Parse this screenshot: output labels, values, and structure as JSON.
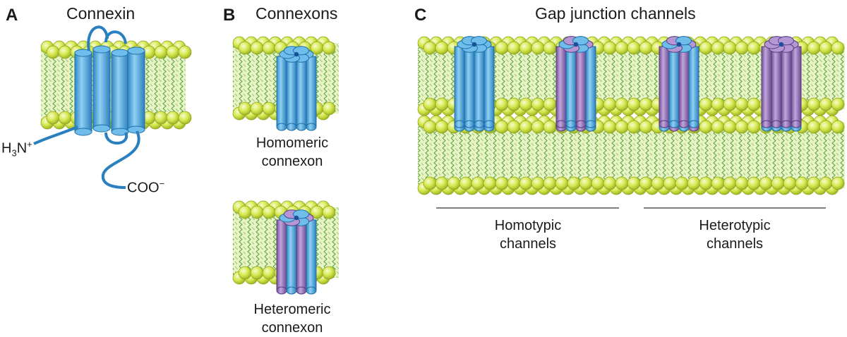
{
  "panels": {
    "a": {
      "letter": "A",
      "title": "Connexin"
    },
    "b": {
      "letter": "B",
      "title": "Connexons"
    },
    "c": {
      "letter": "C",
      "title": "Gap junction channels"
    }
  },
  "connexin_termini": {
    "n_term": {
      "base": "H",
      "sub": "3",
      "mid": "N",
      "sup": "+"
    },
    "c_term": {
      "base": "COO",
      "sup": "−"
    }
  },
  "connexon_labels": {
    "homomeric": [
      "Homomeric",
      "connexon"
    ],
    "heteromeric": [
      "Heteromeric",
      "connexon"
    ]
  },
  "channel_groups": {
    "homotypic": [
      "Homotypic",
      "channels"
    ],
    "heterotypic": [
      "Heterotypic",
      "channels"
    ]
  },
  "colors": {
    "connexin_blue": "#4aaae0",
    "connexin_purple": "#9a78bd",
    "lipid_head": "#d3e64c",
    "lipid_tail": "#5aa640",
    "membrane_bg": "#e8f3c4"
  }
}
